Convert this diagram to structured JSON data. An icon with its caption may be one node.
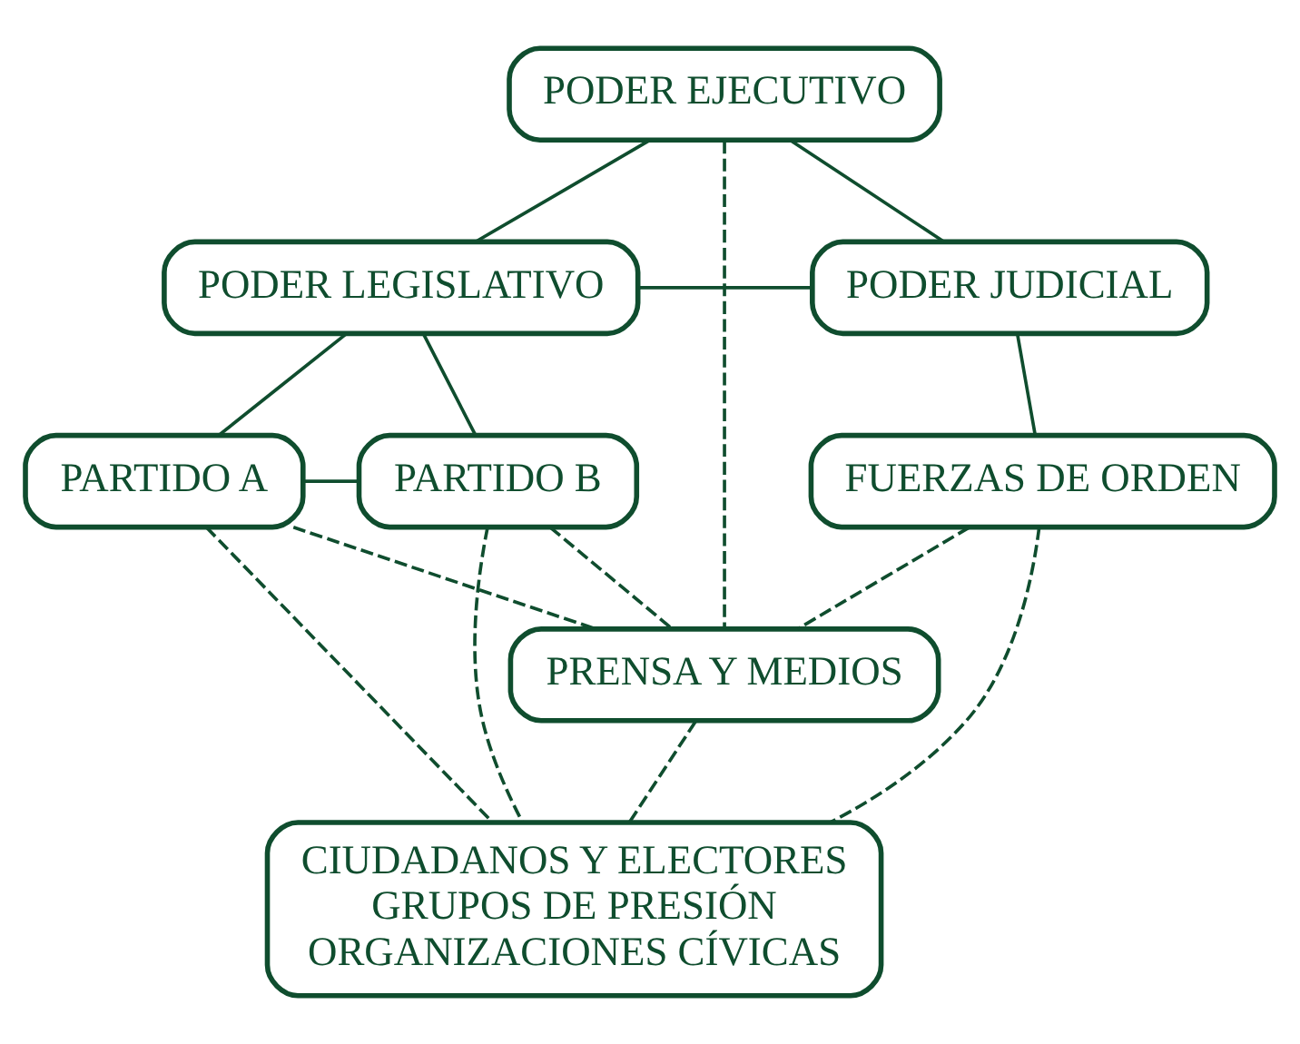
{
  "diagram": {
    "nodes": [
      {
        "text": [
          "PODER EJECUTIVO"
        ]
      },
      {
        "text": [
          "PODER LEGISLATIVO"
        ]
      },
      {
        "text": [
          "PODER JUDICIAL"
        ]
      },
      {
        "text": [
          "PARTIDO A"
        ]
      },
      {
        "text": [
          "PARTIDO B"
        ]
      },
      {
        "text": [
          "FUERZAS DE ORDEN"
        ]
      },
      {
        "text": [
          "PRENSA Y MEDIOS"
        ]
      },
      {
        "text": [
          "CIUDADANOS Y ELECTORES",
          "GRUPOS DE PRESIÓN",
          "ORGANIZACIONES CÍVICAS"
        ]
      }
    ],
    "edges": [
      {
        "from": 0,
        "to": 1,
        "arrow": "none"
      },
      {
        "from": 0,
        "to": 2,
        "arrow": "none"
      },
      {
        "from": 1,
        "to": 2,
        "arrow": "none"
      },
      {
        "from": 1,
        "to": 3,
        "arrow": "none"
      },
      {
        "from": 1,
        "to": 4,
        "arrow": "none"
      },
      {
        "from": 3,
        "to": 4,
        "arrow": "none"
      },
      {
        "from": 2,
        "to": 5,
        "arrow": "none"
      },
      {
        "from": 0,
        "to": 6,
        "arrow": "none",
        "style": "dashed"
      },
      {
        "from": 3,
        "to": 6,
        "arrow": "none",
        "style": "dashed"
      },
      {
        "from": 4,
        "to": 6,
        "arrow": "none",
        "style": "dashed"
      },
      {
        "from": 5,
        "to": 6,
        "arrow": "none",
        "style": "dashed"
      },
      {
        "from": 3,
        "to": 7,
        "arrow": "none",
        "style": "dashed"
      },
      {
        "from": 4,
        "to": 7,
        "arrow": "none",
        "style": "dashed"
      },
      {
        "from": 6,
        "to": 7,
        "arrow": "none",
        "style": "dashed"
      },
      {
        "from": 5,
        "to": 7,
        "arrow": "none",
        "style": "dashed"
      }
    ]
  }
}
